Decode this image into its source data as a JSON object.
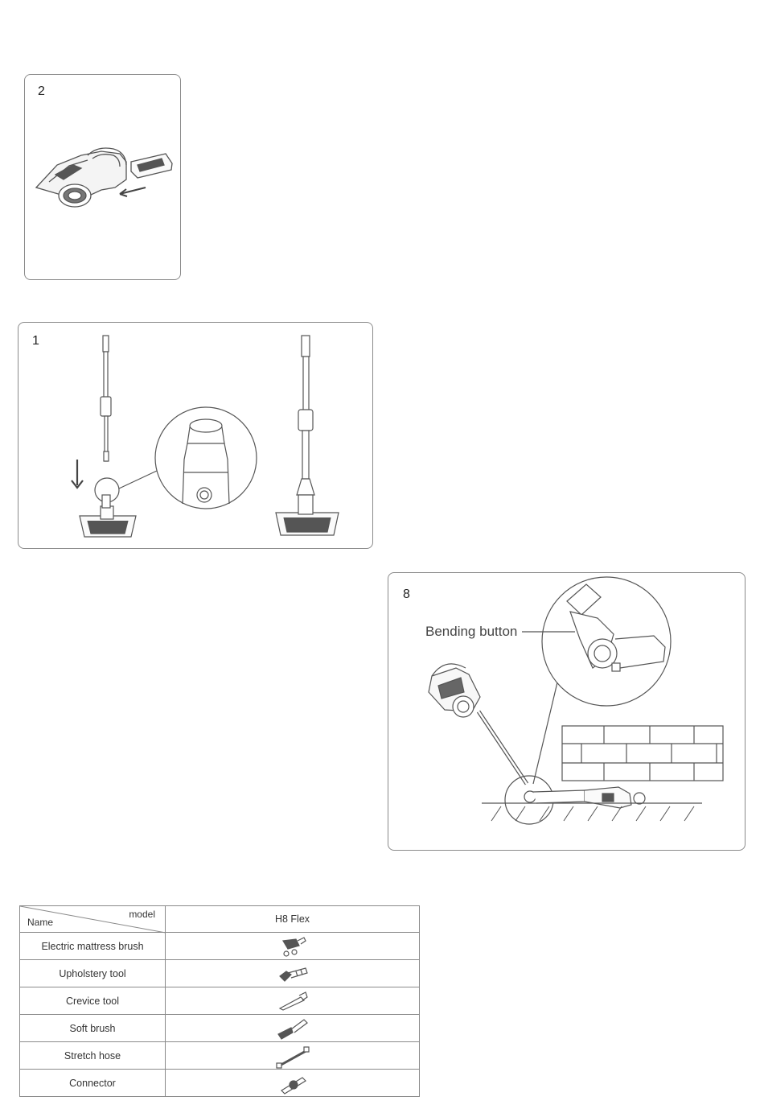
{
  "panels": {
    "step2": {
      "number": "2"
    },
    "step1": {
      "number": "1"
    },
    "step8": {
      "number": "8",
      "callout": "Bending button"
    }
  },
  "accessory_table": {
    "header": {
      "name": "Name",
      "model": "model",
      "model_value": "H8 Flex"
    },
    "rows": [
      {
        "name": "Electric mattress brush",
        "icon": "mattress-brush-icon"
      },
      {
        "name": "Upholstery tool",
        "icon": "upholstery-tool-icon"
      },
      {
        "name": "Crevice tool",
        "icon": "crevice-tool-icon"
      },
      {
        "name": "Soft brush",
        "icon": "soft-brush-icon"
      },
      {
        "name": "Stretch hose",
        "icon": "stretch-hose-icon"
      },
      {
        "name": "Connector",
        "icon": "connector-icon"
      }
    ]
  }
}
